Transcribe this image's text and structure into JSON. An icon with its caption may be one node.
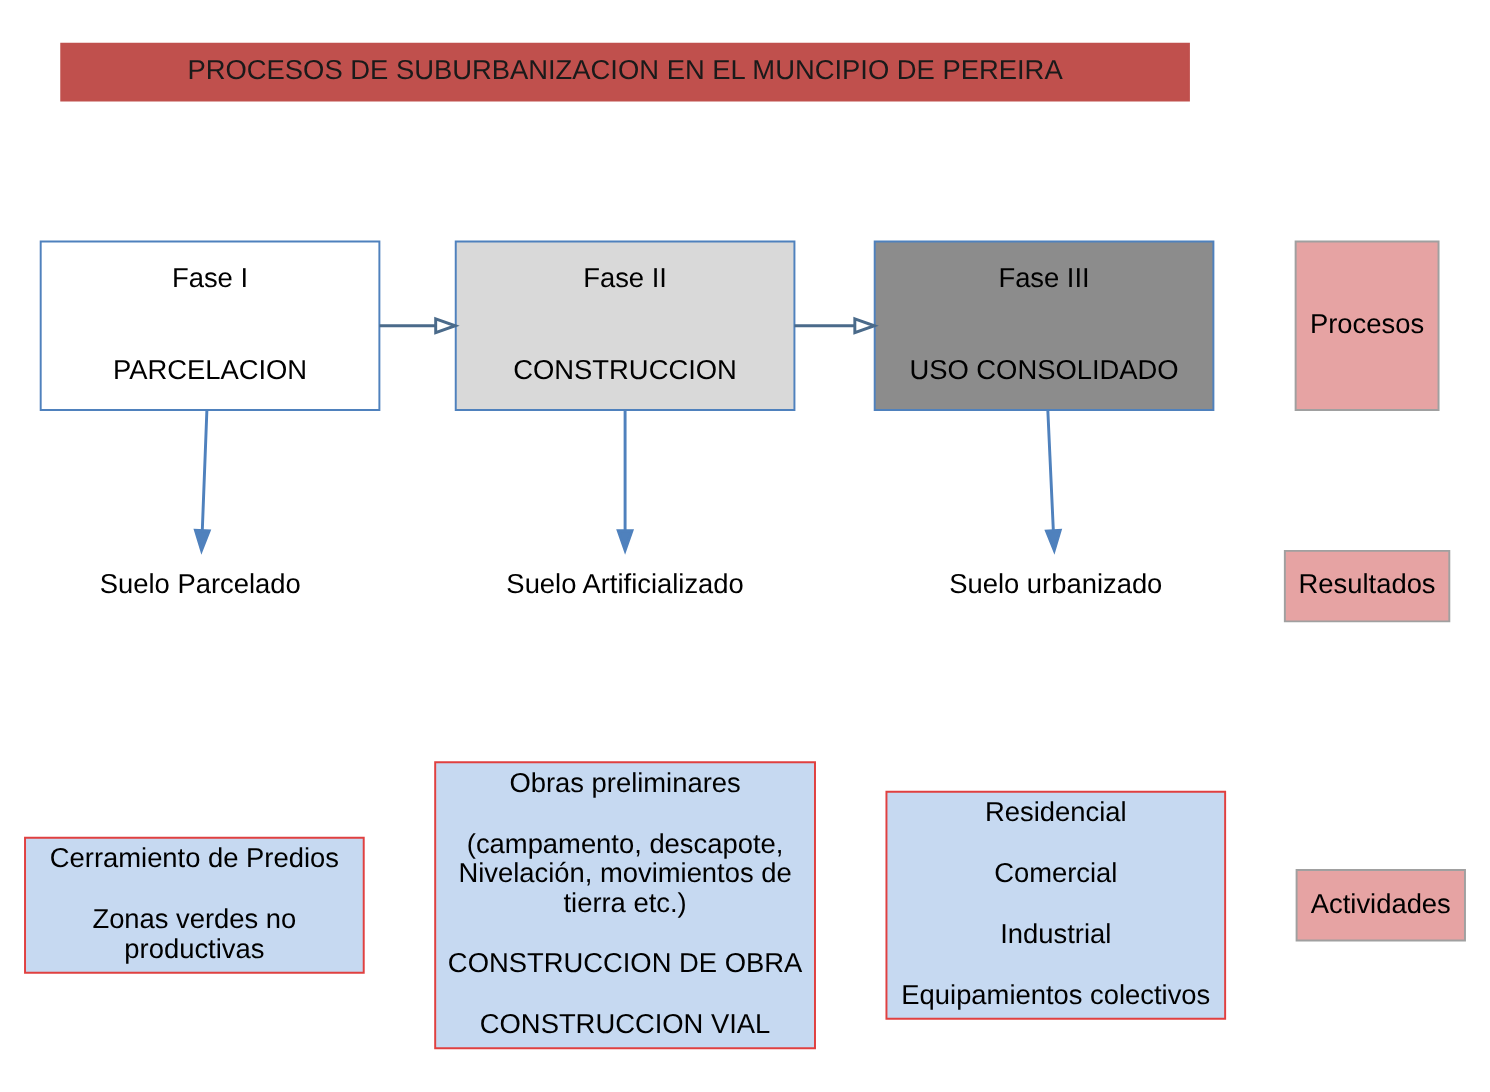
{
  "diagram": {
    "nodes": [
      {
        "text": [
          "PROCESOS DE SUBURBANIZACION EN EL MUNCIPIO DE PEREIRA"
        ]
      },
      {
        "text": [
          "Fase I",
          "PARCELACION"
        ]
      },
      {
        "text": [
          "Fase II",
          "CONSTRUCCION"
        ]
      },
      {
        "text": [
          "Fase III",
          "USO CONSOLIDADO"
        ]
      },
      {
        "text": [
          "Procesos"
        ]
      },
      {
        "text": [
          "Suelo Parcelado"
        ]
      },
      {
        "text": [
          "Suelo Artificializado"
        ]
      },
      {
        "text": [
          "Suelo urbanizado"
        ]
      },
      {
        "text": [
          "Resultados"
        ]
      },
      {
        "text": [
          "Cerramiento de Predios",
          "Zonas verdes no productivas"
        ]
      },
      {
        "text": [
          "Obras preliminares",
          "(campamento, descapote, Nivelación, movimientos de tierra etc.)",
          "CONSTRUCCION DE OBRA",
          "CONSTRUCCION VIAL"
        ]
      },
      {
        "text": [
          "Residencial",
          "Comercial",
          "Industrial",
          "Equipamientos colectivos"
        ]
      },
      {
        "text": [
          "Actividades"
        ]
      }
    ],
    "edges": [
      {
        "from": 1,
        "to": 2,
        "arrow": "to"
      },
      {
        "from": 2,
        "to": 3,
        "arrow": "to"
      },
      {
        "from": 1,
        "to": 5,
        "arrow": "to",
        "color": "#4f81bd"
      },
      {
        "from": 2,
        "to": 6,
        "arrow": "to",
        "color": "#4f81bd"
      },
      {
        "from": 3,
        "to": 7,
        "arrow": "to",
        "color": "#4f81bd"
      }
    ]
  }
}
